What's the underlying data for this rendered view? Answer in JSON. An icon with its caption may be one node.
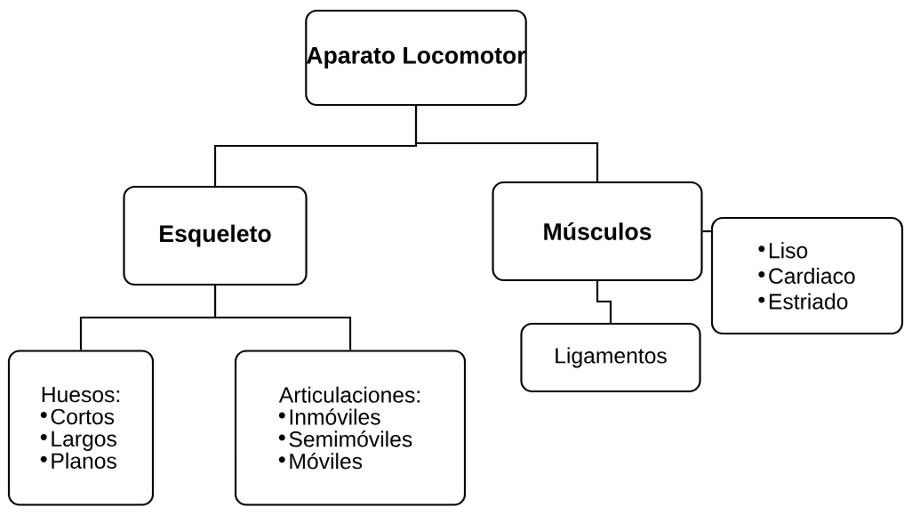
{
  "diagram": {
    "nodes": [
      {
        "text": [
          "Aparato Locomotor"
        ]
      },
      {
        "text": [
          "Esqueleto"
        ]
      },
      {
        "text": [
          "Músculos"
        ]
      },
      {
        "text": [
          "Liso",
          "Cardiaco",
          "Estriado"
        ]
      },
      {
        "text": [
          "Huesos:",
          "Cortos",
          "Largos",
          "Planos"
        ]
      },
      {
        "text": [
          "Articulaciones:",
          "Inmóviles",
          "Semimóviles",
          "Móviles"
        ]
      },
      {
        "text": [
          "Ligamentos"
        ]
      }
    ],
    "edges": [
      {
        "from": 0,
        "to": 1,
        "arrow": "none"
      },
      {
        "from": 0,
        "to": 2,
        "arrow": "none"
      },
      {
        "from": 1,
        "to": 4,
        "arrow": "none"
      },
      {
        "from": 1,
        "to": 5,
        "arrow": "none"
      },
      {
        "from": 2,
        "to": 3,
        "arrow": "none"
      },
      {
        "from": 2,
        "to": 6,
        "arrow": "none"
      }
    ]
  }
}
